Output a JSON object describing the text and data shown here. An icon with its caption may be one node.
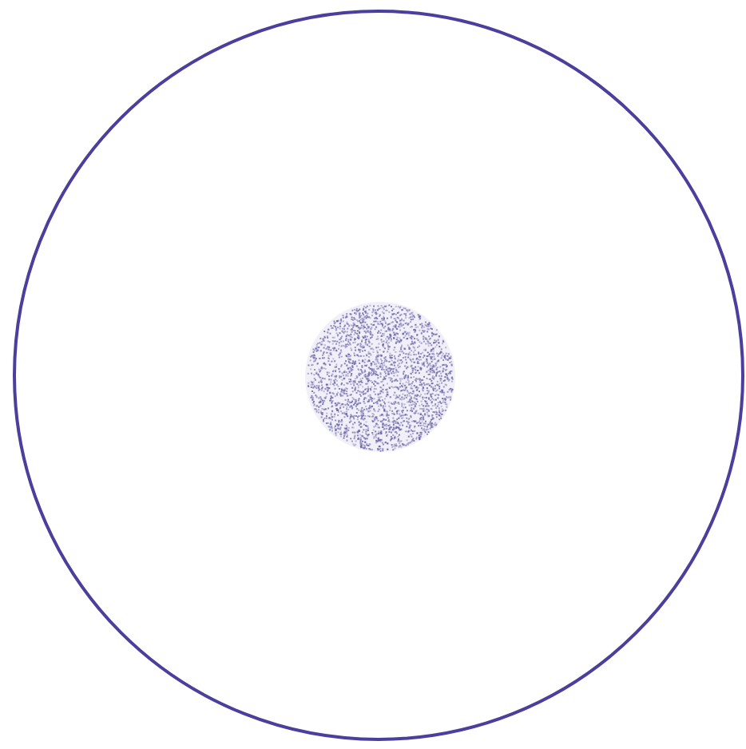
{
  "diagram": {
    "nodes": [
      {
        "text": [],
        "shape": "circle"
      },
      {
        "text": [],
        "shape": "circle",
        "in": 0
      }
    ]
  }
}
